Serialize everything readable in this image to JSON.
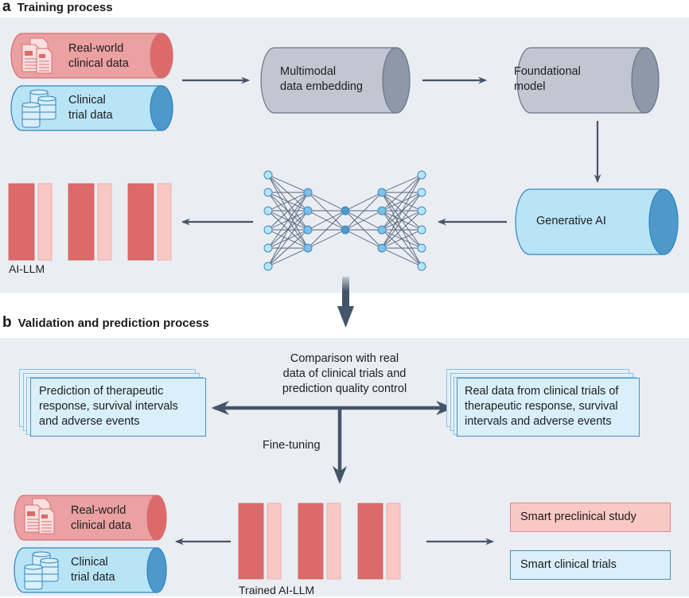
{
  "panel_a": {
    "letter": "a",
    "title": "Training process",
    "inputs": {
      "real_world": "Real-world\nclinical data",
      "real_world_l1": "Real-world",
      "real_world_l2": "clinical data",
      "clinical_trial_l1": "Clinical",
      "clinical_trial_l2": "trial data"
    },
    "embedding_l1": "Multimodal",
    "embedding_l2": "data embedding",
    "foundational_l1": "Foundational",
    "foundational_l2": "model",
    "generative": "Generative AI",
    "llm_label": "AI-LLM"
  },
  "panel_b": {
    "letter": "b",
    "title": "Validation and prediction process",
    "comparison_l1": "Comparison with real",
    "comparison_l2": "data of clinical trials and",
    "comparison_l3": "prediction quality control",
    "prediction_l1": "Prediction of therapeutic",
    "prediction_l2": "response, survival intervals",
    "prediction_l3": "and adverse events",
    "real_data_l1": "Real data from clinical trials of",
    "real_data_l2": "therapeutic response, survival",
    "real_data_l3": "intervals and adverse events",
    "fine_tuning": "Fine-tuning",
    "inputs": {
      "real_world_l1": "Real-world",
      "real_world_l2": "clinical data",
      "clinical_trial_l1": "Clinical",
      "clinical_trial_l2": "trial data"
    },
    "trained_label": "Trained AI-LLM",
    "outputs": {
      "preclinical": "Smart preclinical study",
      "clinical": "Smart clinical trials"
    }
  },
  "colors": {
    "panel_bg": "#eaedf2",
    "red_body": "#eba0a2",
    "red_cap": "#dc6a6b",
    "blue_body": "#b9e4f6",
    "blue_cap": "#4e98cb",
    "gray_body": "#c1c6d1",
    "gray_cap": "#8e98a8",
    "arrow": "#44546a",
    "llm_dark": "#dc6a6b",
    "llm_light": "#f9c8c5"
  }
}
